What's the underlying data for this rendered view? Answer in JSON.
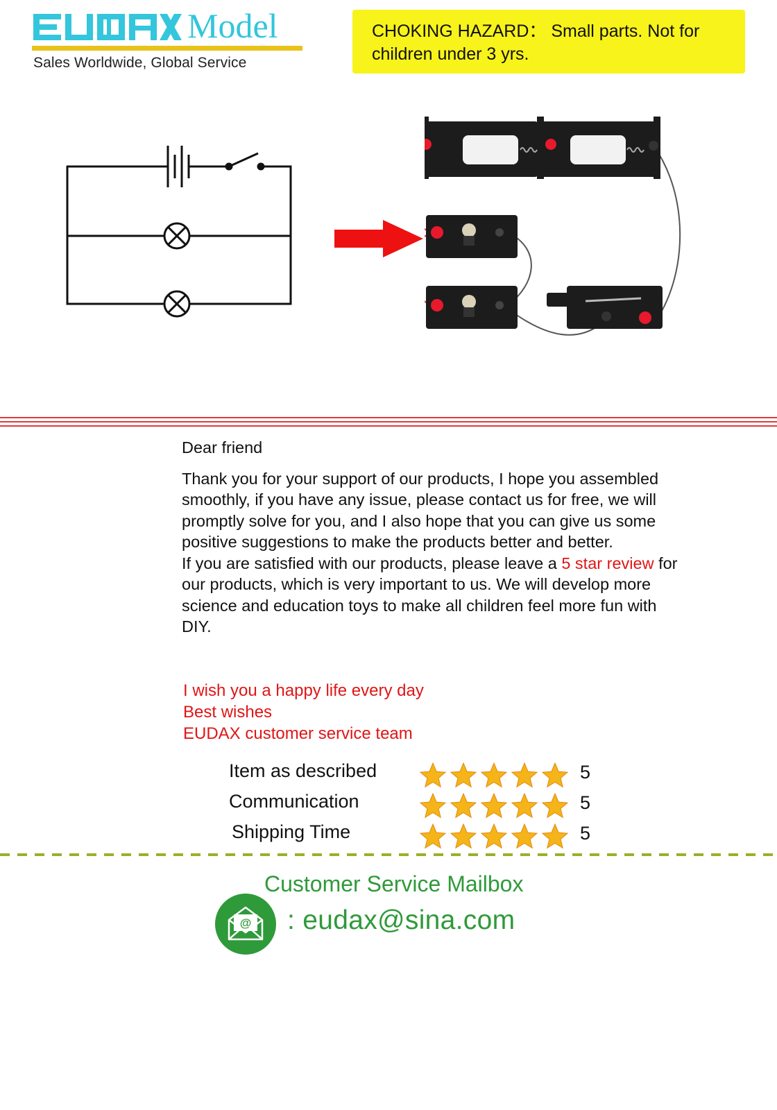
{
  "header": {
    "logo_text": "EUDAX Model",
    "tagline": "Sales Worldwide, Global Service",
    "warning": "CHOKING HAZARD： Small parts. Not for children under 3 yrs."
  },
  "letter": {
    "greeting": "Dear friend",
    "paragraph1": "Thank you for your support of our products, I hope you assembled smoothly, if you have any issue, please contact us for free, we will promptly solve for you, and I also hope that you can give us some positive suggestions to make the products better and better.",
    "paragraph2_before": "If you are satisfied with our products, please leave a ",
    "paragraph2_highlight": "5 star review",
    "paragraph2_after": " for our products, which is very important to us. We will develop more science and education toys to make all children feel more fun with DIY.",
    "closing": [
      "I wish you a happy life every day",
      "Best wishes",
      "EUDAX customer service team"
    ]
  },
  "ratings": [
    {
      "label": "Item as described",
      "stars": 5,
      "score": "5"
    },
    {
      "label": "Communication",
      "stars": 5,
      "score": "5"
    },
    {
      "label": "Shipping Time",
      "stars": 5,
      "score": "5"
    }
  ],
  "footer": {
    "mailbox_title": "Customer Service Mailbox",
    "email": ": eudax@sina.com"
  },
  "colors": {
    "accent_red": "#e01515",
    "accent_green": "#2f9a3a",
    "warning_yellow": "#f7f31b",
    "logo_cyan": "#33c6dc",
    "star_gold": "#f5b418"
  },
  "icons": [
    "star-icon",
    "mail-envelope-icon",
    "red-arrow-icon",
    "battery-symbol-icon",
    "switch-symbol-icon",
    "lamp-symbol-icon"
  ]
}
